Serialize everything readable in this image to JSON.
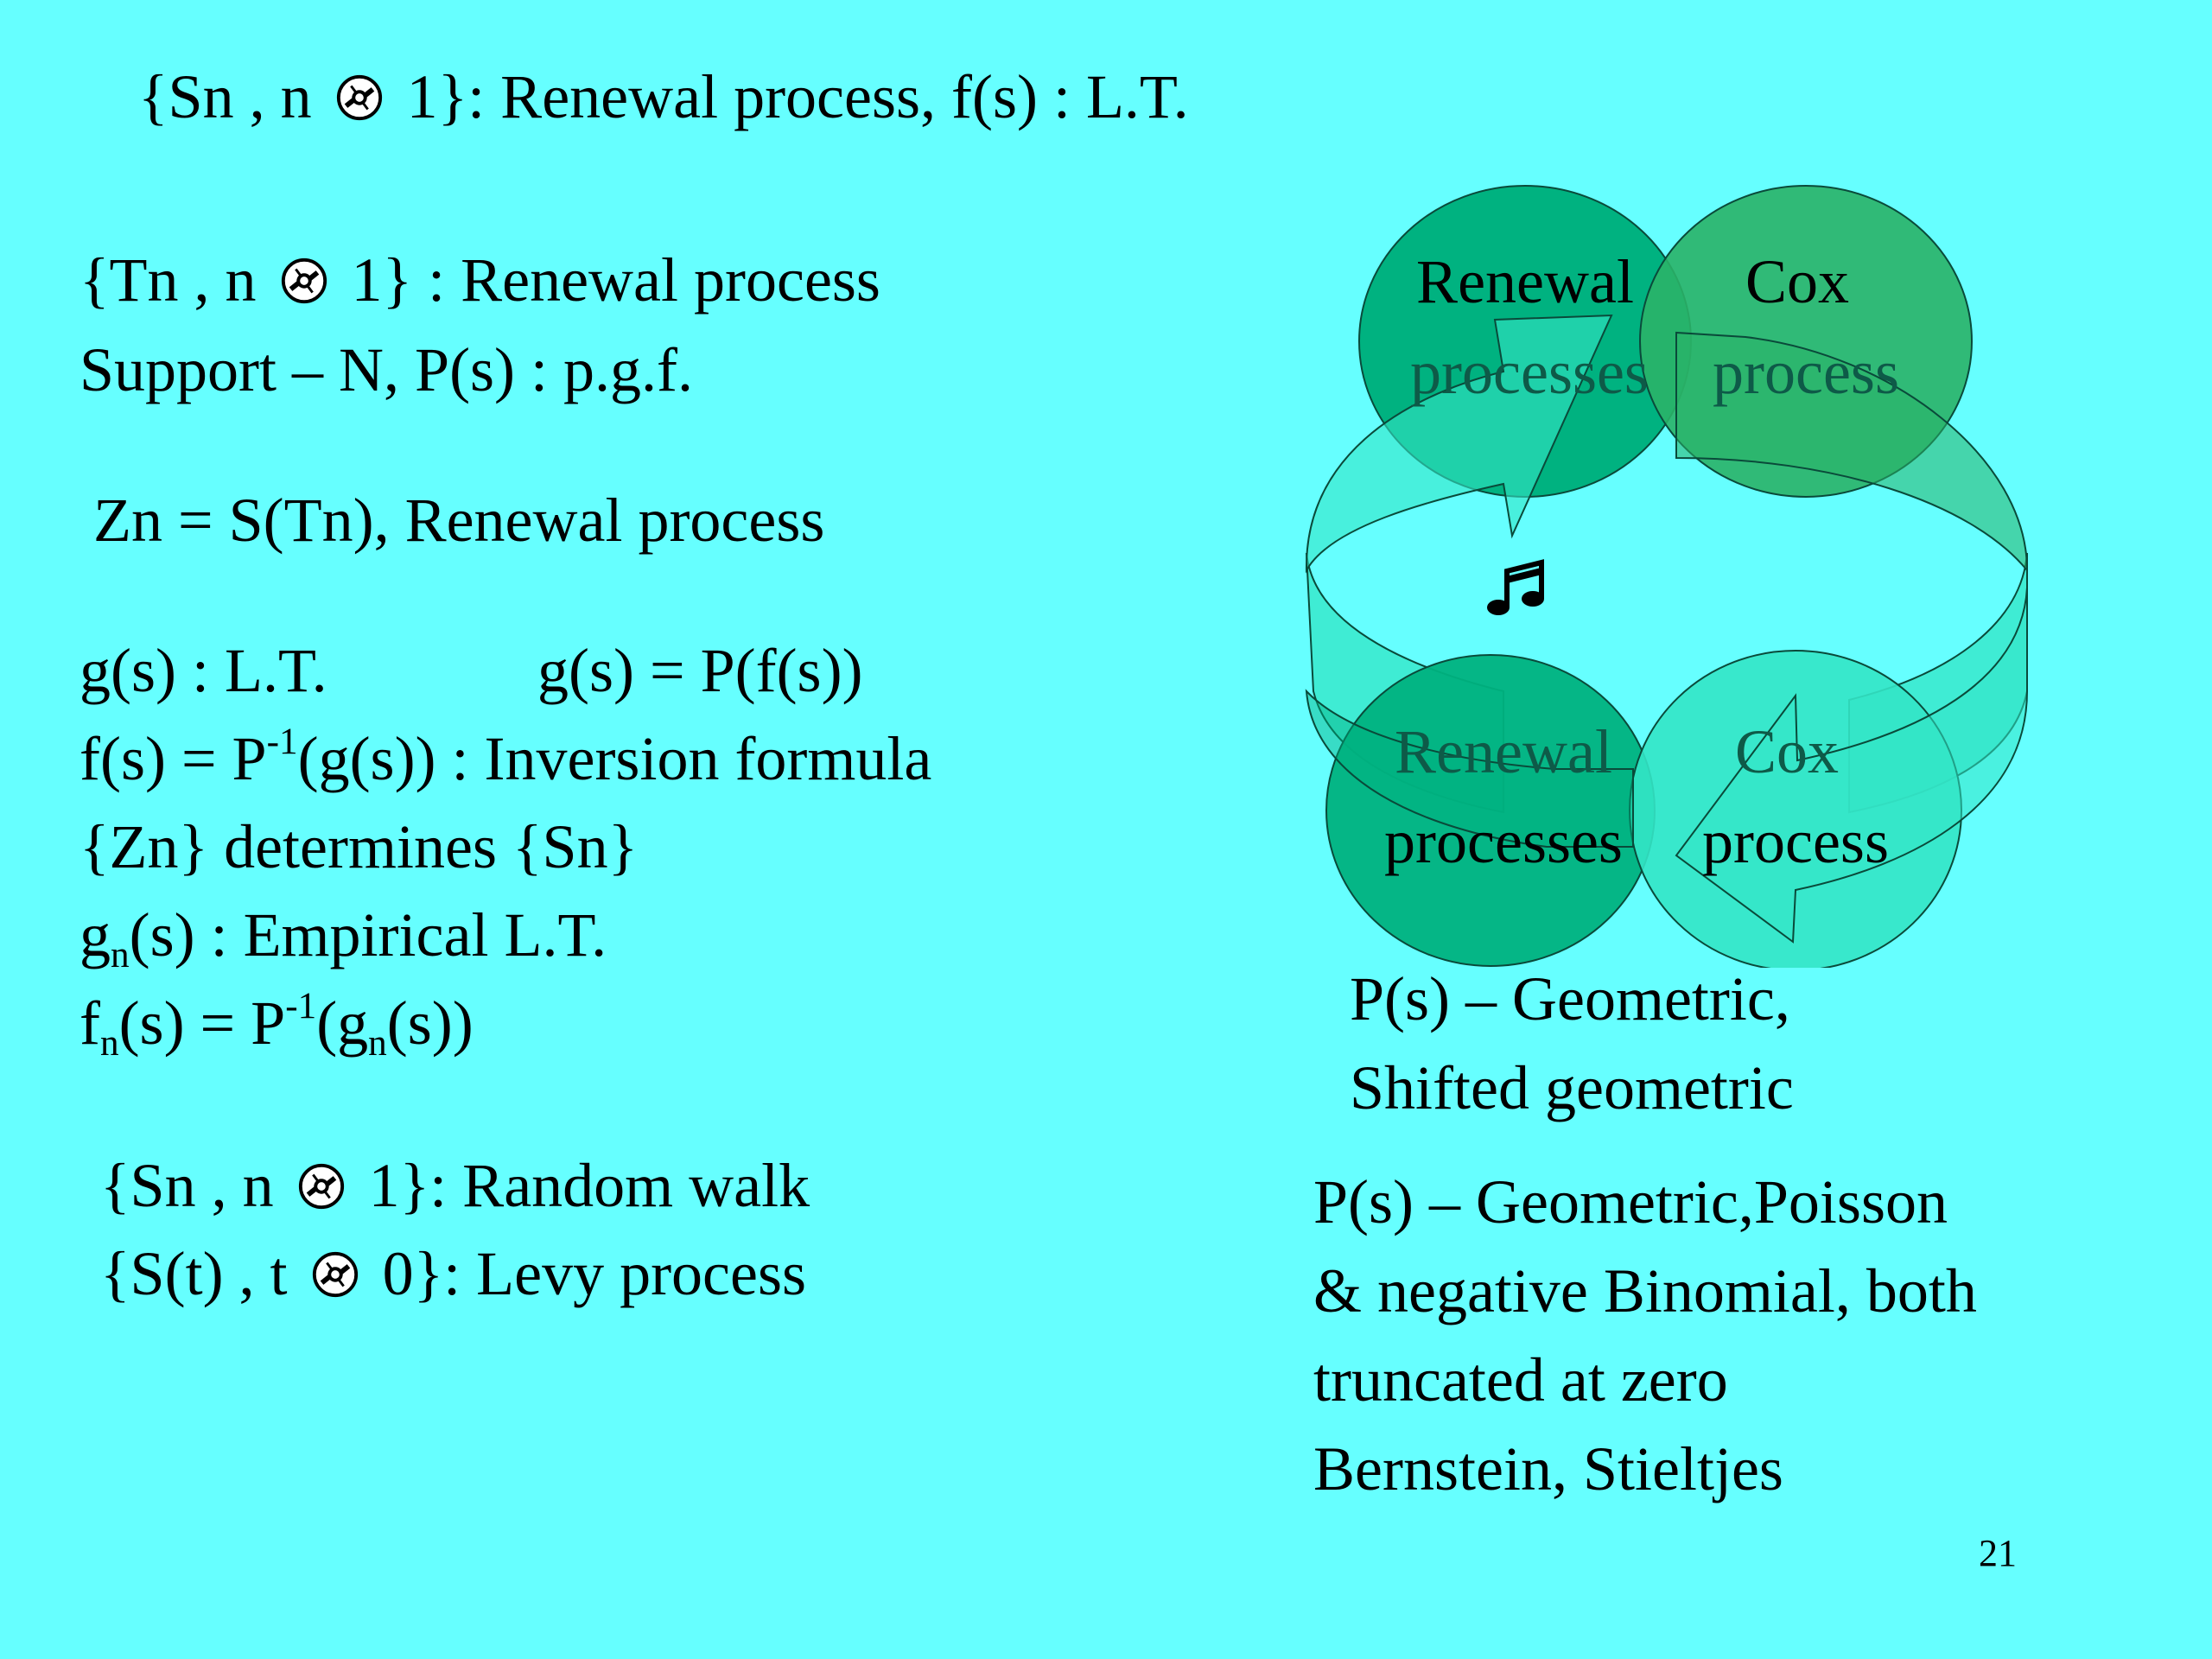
{
  "lines": {
    "l1": {
      "pre": "{Sn , n ",
      "post": " 1}: Renewal process,  f(s) : L.T."
    },
    "l2": {
      "pre": "{Tn , n ",
      "post": "  1} : Renewal process"
    },
    "l3": "Support – N, P(s) : p.g.f.",
    "l4": "Zn = S(Tn), Renewal process",
    "l5a": "g(s) : L.T.",
    "l5b": "g(s) = P(f(s))",
    "l6": {
      "a": "f(s) = P",
      "sup": "-1",
      "b": "(g(s)) : Inversion formula"
    },
    "l7": "{Zn} determines {Sn}",
    "l8": {
      "a": "g",
      "sub": "n",
      "b": "(s) : Empirical L.T."
    },
    "l9": {
      "a": "f",
      "sub1": "n",
      "b": "(s) = P",
      "sup": "-1",
      "c": "(g",
      "sub2": "n",
      "d": "(s))"
    },
    "l10": {
      "pre": "{Sn , n ",
      "post": " 1}: Random walk"
    },
    "l11": {
      "pre": "{S(t) , t ",
      "post": " 0}: Levy process"
    }
  },
  "diagram": {
    "top_left": [
      "Renewal",
      "processes"
    ],
    "top_right": [
      "Cox",
      "process"
    ],
    "bottom_left": [
      "Renewal",
      "processes"
    ],
    "bottom_right": [
      "Cox",
      "process"
    ],
    "center_icon": "music-note-icon"
  },
  "right_text": {
    "geo1": "P(s) – Geometric,",
    "geo2": "Shifted geometric",
    "r1": "P(s) – Geometric,Poisson",
    "r2": "& negative Binomial, both",
    "r3": "truncated at zero",
    "r4": "Bernstein, Stieltjes"
  },
  "icons": {
    "symbol": "disc-icon"
  },
  "colors": {
    "background": "#66ffff",
    "circle_dark": "#00b280",
    "circle_green": "#2ab368",
    "circle_light": "#33e6c6",
    "arrow_fill": "#33e6c6"
  },
  "page_number": "21"
}
